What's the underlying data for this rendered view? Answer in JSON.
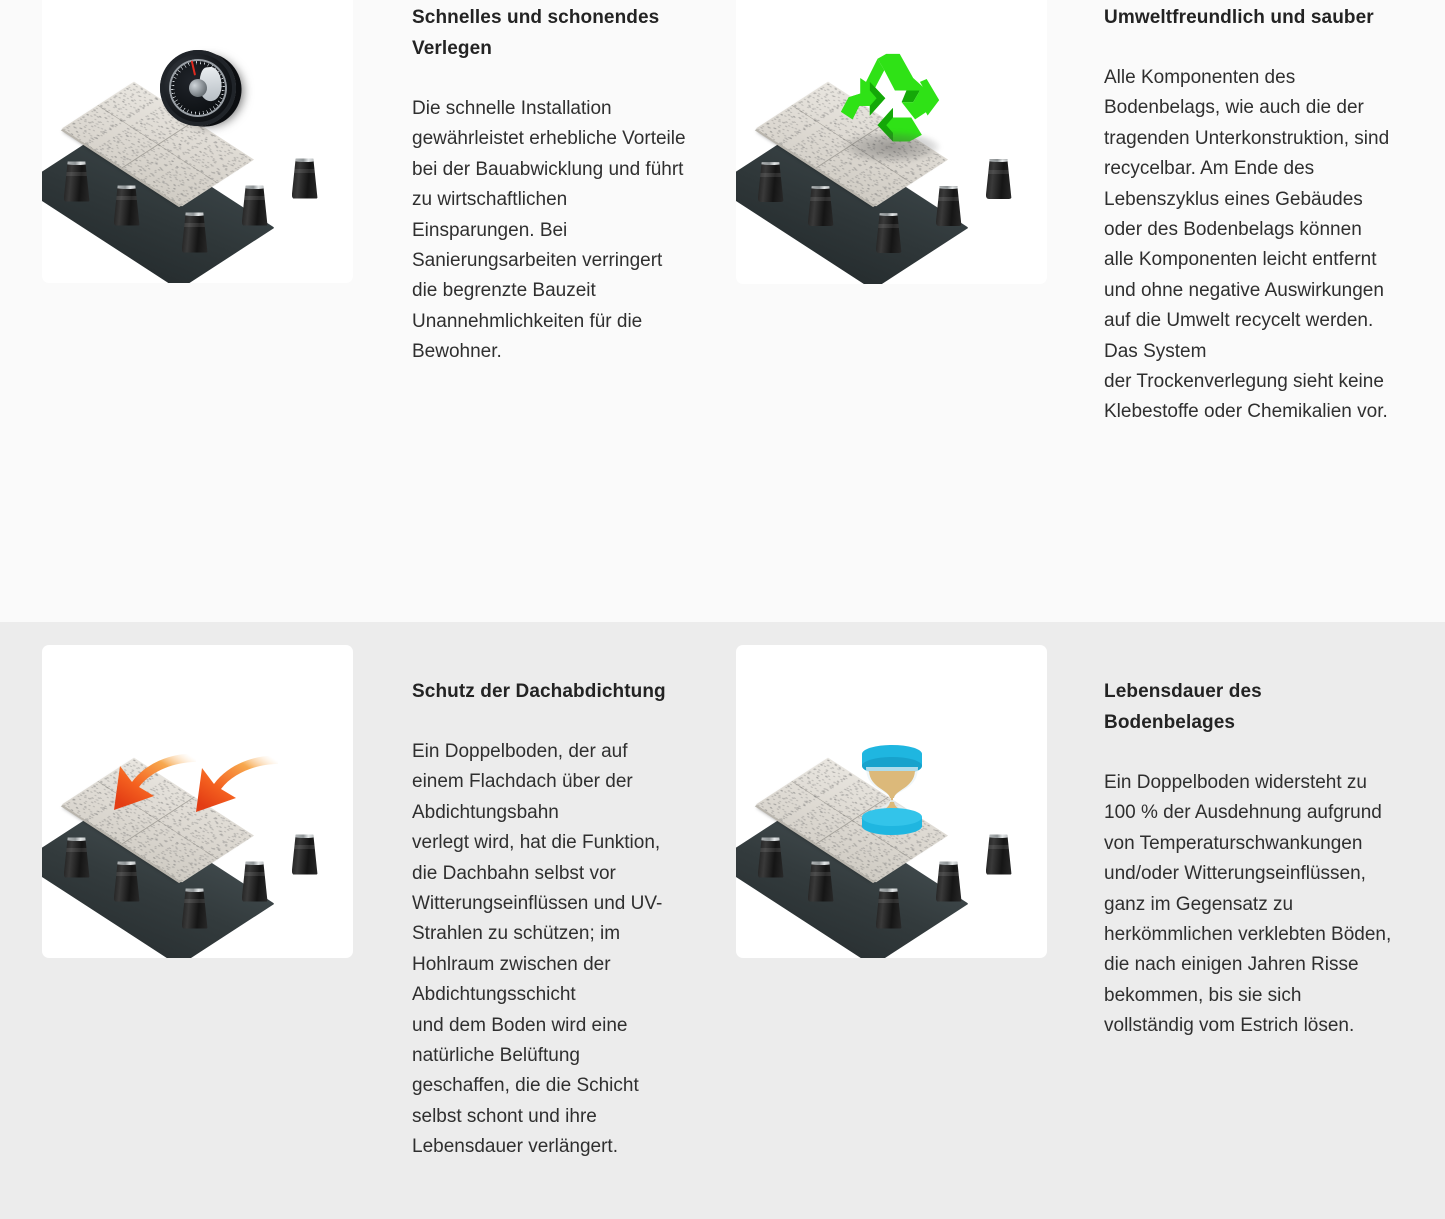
{
  "theme": {
    "page_background_top": "#fafafa",
    "page_background_bottom": "#ececec",
    "card_background": "#ffffff",
    "heading_color": "#232323",
    "body_color": "#2f2f2f",
    "recycle_green": "#2fe216",
    "arrow_orange": "#f4601f",
    "hourglass_blue": "#1fb6e0",
    "sand_color": "#dcb97a",
    "pedestal_black": "#1c1c1c",
    "membrane_grey": "#323a3c",
    "slab_beige": "#ddd9d2"
  },
  "sections": [
    {
      "id": "section-top",
      "background": "#fafafa",
      "features": [
        {
          "id": "feature-schnelles-verlegen",
          "image_name": "raised-floor-with-kitchen-timer-illustration",
          "image_alt": "Doppelboden auf Stelzlagern mit Kurzzeitmesser",
          "heading": "Schnelles und schonendes Verlegen",
          "body": "Die schnelle Installation gewährleistet erhebliche Vorteile bei der Bauabwicklung und führt zu wirtschaftlichen Einsparungen. Bei Sanierungsarbeiten verringert die begrenzte Bauzeit Unannehmlichkeiten für die Bewohner."
        },
        {
          "id": "feature-umweltfreundlich",
          "image_name": "raised-floor-with-recycling-symbol-illustration",
          "image_alt": "Doppelboden auf Stelzlagern mit grünem Recycling-Symbol",
          "heading": "Umweltfreundlich und sauber",
          "body": "Alle Komponenten des Bodenbelags, wie auch die der\ntragenden Unterkonstruktion, sind recycelbar. Am Ende des Lebenszyklus eines Gebäudes oder des Bodenbelags können alle Komponenten leicht entfernt und ohne negative Auswirkungen auf die Umwelt recycelt werden. Das System\nder Trockenverlegung sieht keine Klebestoffe oder Chemikalien vor."
        }
      ]
    },
    {
      "id": "section-bottom",
      "background": "#ececec",
      "features": [
        {
          "id": "feature-schutz-dachabdichtung",
          "image_name": "raised-floor-with-heat-uv-arrows-illustration",
          "image_alt": "Doppelboden auf Stelzlagern mit orangefarbenen Pfeilen für Witterung und UV-Strahlen",
          "heading": "Schutz der Dachabdichtung",
          "body": "Ein Doppelboden, der auf einem Flachdach über der Abdichtungsbahn\nverlegt wird, hat die Funktion, die Dachbahn selbst vor Witterungseinflüssen und UV-Strahlen zu schützen; im Hohlraum zwischen der Abdichtungsschicht\nund dem Boden wird eine natürliche Belüftung geschaffen, die die Schicht selbst schont und ihre Lebensdauer verlängert."
        },
        {
          "id": "feature-lebensdauer",
          "image_name": "raised-floor-with-hourglass-illustration",
          "image_alt": "Doppelboden auf Stelzlagern mit blauer Sanduhr",
          "heading": "Lebensdauer des Bodenbelages",
          "body": "Ein Doppelboden widersteht zu 100 % der Ausdehnung aufgrund\nvon Temperaturschwankungen und/oder Witterungseinflüssen, ganz im Gegensatz zu herkömmlichen verklebten Böden, die nach einigen Jahren Risse bekommen, bis sie sich vollständig vom Estrich lösen."
        }
      ]
    }
  ]
}
